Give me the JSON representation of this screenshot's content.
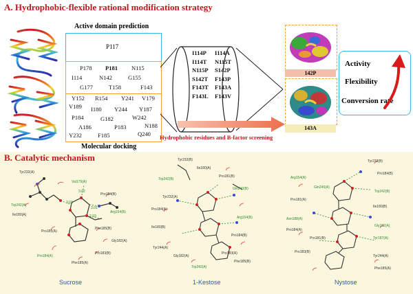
{
  "panelA": {
    "title": "A. Hydrophobic-flexible rational modification strategy",
    "active_domain_label": "Active domain prediction",
    "molecular_docking_label": "Molecular docking",
    "box_top": [
      "P117"
    ],
    "box_mid": [
      [
        "P178",
        "P181",
        "N115"
      ],
      [
        "I114",
        "N142",
        "G155"
      ],
      [
        "G177",
        "T158",
        "F143"
      ]
    ],
    "box_bot": [
      [
        "Y152",
        "R154",
        "Y241",
        "V179"
      ],
      [
        "V189",
        "I180",
        "Y244",
        "Y187"
      ],
      [
        "P184",
        "G182",
        "W242"
      ],
      [
        "A186",
        "P183",
        "N188"
      ],
      [
        "Y232",
        "F185",
        "Q240"
      ]
    ],
    "mutants_left": [
      "I114P",
      "I114T",
      "N115P",
      "S142T",
      "F143T",
      "F143L"
    ],
    "mutants_right": [
      "I114A",
      "N115T",
      "S142P",
      "F143P",
      "F143A",
      "F143V"
    ],
    "arrow_label": "Hydrophobic residues and B-factor screening",
    "structure_labels": [
      "142P",
      "143A"
    ],
    "properties": [
      "Activity",
      "Flexibility",
      "Conversion rate"
    ]
  },
  "panelB": {
    "title": "B. Catalytic mechanism",
    "captions": [
      "Sucrose",
      "1-Kestose",
      "Nystose"
    ],
    "sucrose_labels": [
      "Tyr232(A)",
      "Val179(A)",
      "Pro184(B)",
      "Trp242(A)",
      "Ile180(A)",
      "Arg154(B)",
      "Pro181(A)",
      "Phe185(B)",
      "Gly182(A)",
      "Pro183(B)",
      "Pro184(A)",
      "Phe185(A)",
      "3.03",
      "3.01",
      "2.93",
      "3.02"
    ],
    "kestose_labels": [
      "Tyr232(B)",
      "Ile180(A)",
      "Trp242(B)",
      "Pro181(B)",
      "Gln240(B)",
      "Arg154(B)",
      "Pro184(A)",
      "Ile180(B)",
      "Pro184(B)",
      "Tyr244(A)",
      "Gly182(A)",
      "Pro183(A)",
      "Trp242(A)",
      "Phe185(B)",
      "Tyr232(A)"
    ],
    "nystose_labels": [
      "Tyr232(B)",
      "Pro184(B)",
      "Arg154(A)",
      "Gln240(A)",
      "Pro181(A)",
      "Trp242(B)",
      "Ile180(B)",
      "Asn188(A)",
      "Pro184(A)",
      "Gly182(A)",
      "Pro181(B)",
      "Tyr187(A)",
      "Pro183(B)",
      "Tyr244(A)",
      "Phe185(A)"
    ]
  },
  "colors": {
    "title_red": "#c0161c",
    "box_cyan": "#36b6e0",
    "box_orange": "#f0a030",
    "salmon_arrow": "#f08a6a",
    "panelB_bg": "#fbf6de",
    "caption_blue": "#2a5aa8"
  }
}
